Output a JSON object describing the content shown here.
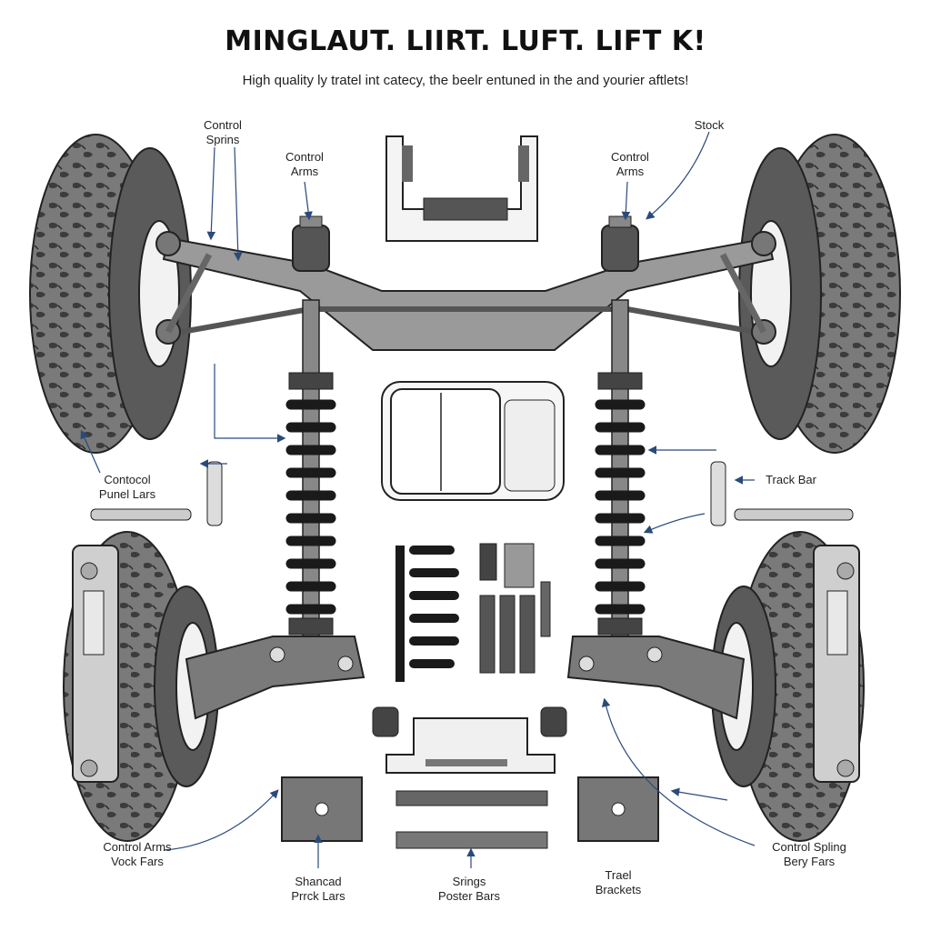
{
  "title": "MINGLAUT. LIIRT. LUFT. LIFT K!",
  "subtitle": "High quality ly tratel int catecy, the beelr entuned in the and yourier aftlets!",
  "labels": {
    "control_springs": [
      "Control",
      "Sprins"
    ],
    "control_arms_left": [
      "Control",
      "Arms"
    ],
    "control_arms_right": [
      "Control",
      "Arms"
    ],
    "stock": "Stock",
    "contocol_punel_lars": [
      "Contocol",
      "Punel Lars"
    ],
    "track_bar": "Track Bar",
    "control_arms_vock_fars": [
      "Control Arms",
      "Vock Fars"
    ],
    "shancad_prrck_lars": [
      "Shancad",
      "Prrck Lars"
    ],
    "srings_poster_bars": [
      "Srings",
      "Poster Bars"
    ],
    "trael_brackets": [
      "Trael",
      "Brackets"
    ],
    "control_spling_bery_fars": [
      "Control Spling",
      "Bery Fars"
    ]
  },
  "colors": {
    "tire": "#6e6e6e",
    "tire_dark": "#3c3c3c",
    "steel": "#8a8a8a",
    "spring": "#1a1a1a",
    "arrow": "#2a4a7a",
    "outline": "#222222"
  }
}
